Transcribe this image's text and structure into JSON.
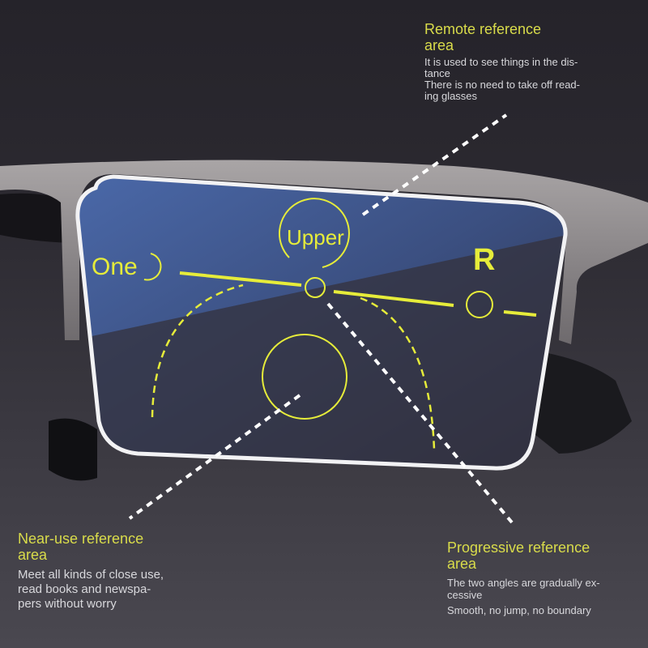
{
  "diagram": {
    "lens_labels": {
      "left": "One",
      "top": "Upper",
      "right": "R"
    },
    "colors": {
      "accent_yellow": "#e6ec3a",
      "title_yellow": "#d9dc4a",
      "lens_blue": "#3f5a92",
      "frame_gray": "#8d8a8c",
      "background": "#2b2930"
    }
  },
  "callouts": {
    "remote": {
      "title_line1": "Remote reference",
      "title_line2": "area",
      "desc_line1": "It is used to see things in the dis-",
      "desc_line2": "tance",
      "desc_line3": "There is no need to take off read-",
      "desc_line4": "ing glasses"
    },
    "near": {
      "title_line1": "Near-use reference",
      "title_line2": "area",
      "desc_line1": "Meet all kinds of close use,",
      "desc_line2": "read books and newspa-",
      "desc_line3": "pers without worry"
    },
    "progressive": {
      "title_line1": "Progressive reference",
      "title_line2": "area",
      "desc_line1": "The two angles are gradually ex-",
      "desc_line2": "cessive",
      "desc_line3": "Smooth, no jump, no boundary"
    }
  }
}
